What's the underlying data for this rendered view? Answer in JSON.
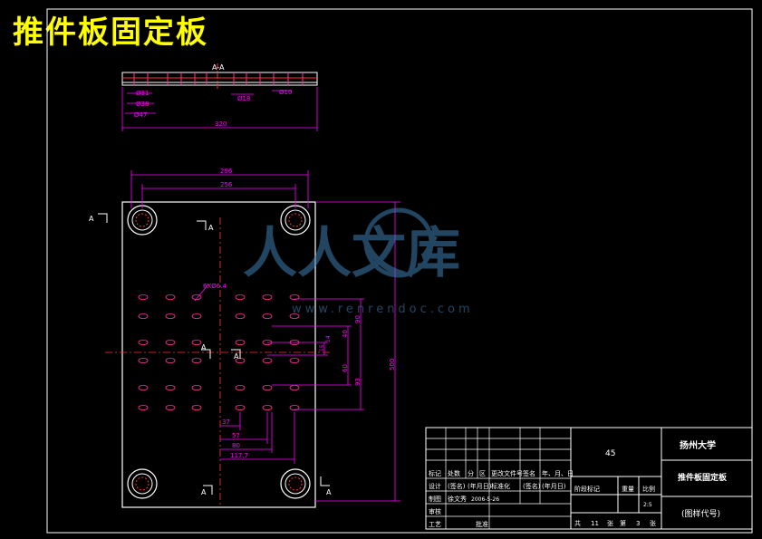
{
  "title": "推件板固定板",
  "section": {
    "label": "A-A"
  },
  "dims": {
    "d31": "Ø31",
    "d38": "Ø38",
    "d47": "Ø47",
    "d18": "Ø18",
    "d10": "Ø10",
    "len320": "320",
    "w296": "296",
    "w256": "256",
    "h500": "500",
    "holes": "6XØ6.4",
    "h90": "90",
    "h40": "40",
    "h15": "15",
    "h14": "14",
    "h60": "60",
    "h93": "93",
    "x37": "37",
    "x57": "57",
    "x80": "80",
    "x1172": "117.7"
  },
  "cut_labels": {
    "a1": "A",
    "a2": "A",
    "a3": "A",
    "a4": "A",
    "a5": "A",
    "a6": "A"
  },
  "watermark": {
    "text": "人人文库",
    "url": "www.renrendoc.com"
  },
  "title_block": {
    "row_labels": [
      "标记",
      "处数",
      "分",
      "区",
      "更改文件号",
      "签名",
      "年、月、日"
    ],
    "design": "设计",
    "signed1": "(签名)",
    "date1": "(年月日)",
    "std": "标准化",
    "signed2": "(签名)",
    "date2": "(年月日)",
    "draw": "制图",
    "drawer": "徐文秀",
    "date3": "2006-5-26",
    "review": "审核",
    "craft": "工艺",
    "approve": "批准",
    "material": "45",
    "stage_mark": "阶段标记",
    "weight": "重量",
    "scale": "比例",
    "scale_val": "2:5",
    "total": "共",
    "total_n": "11",
    "sheets": "张",
    "sheet_label": "第",
    "sheet_n": "3",
    "sheet_suffix": "张",
    "school": "扬州大学",
    "part_name": "推件板固定板",
    "drawing_no": "(图样代号)"
  }
}
